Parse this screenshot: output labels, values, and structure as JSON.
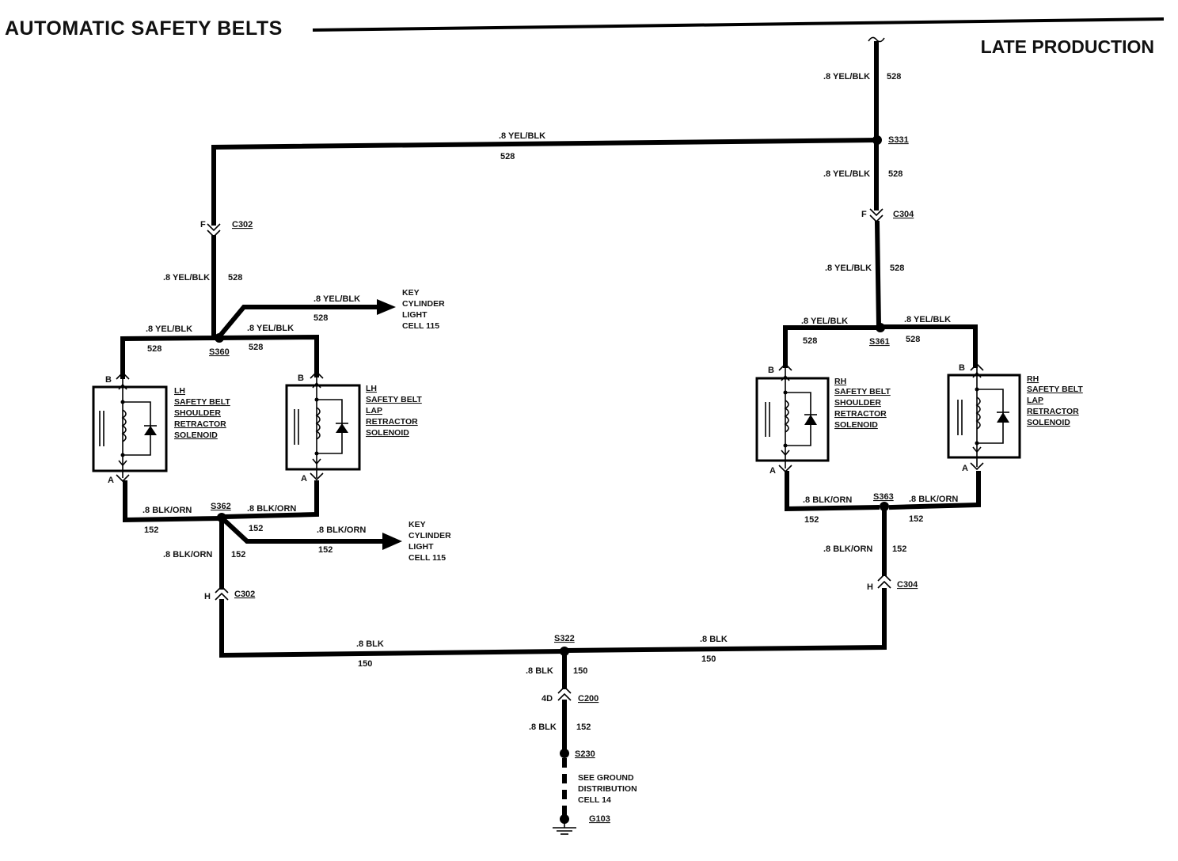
{
  "header": {
    "title": "AUTOMATIC SAFETY BELTS",
    "subtitle": "LATE PRODUCTION"
  },
  "wires": {
    "yel_blk": ".8 YEL/BLK",
    "blk_orn": ".8 BLK/ORN",
    "blk": ".8 BLK",
    "c528": "528",
    "c152": "152",
    "c150": "150"
  },
  "splices": {
    "s331": "S331",
    "s360": "S360",
    "s361": "S361",
    "s362": "S362",
    "s363": "S363",
    "s322": "S322",
    "s230": "S230"
  },
  "connectors": {
    "c302": "C302",
    "c304": "C304",
    "c200": "C200",
    "pin_f": "F",
    "pin_h": "H",
    "pin_4d": "4D",
    "pin_a": "A",
    "pin_b": "B"
  },
  "ground": {
    "id": "G103",
    "note": [
      "SEE GROUND",
      "DISTRIBUTION",
      "CELL 14"
    ]
  },
  "destinations": {
    "key_upper": [
      "KEY",
      "CYLINDER",
      "LIGHT",
      "CELL 115"
    ],
    "key_lower": [
      "KEY",
      "CYLINDER",
      "LIGHT",
      "CELL 115"
    ]
  },
  "components": {
    "lh_shoulder": [
      "LH",
      "SAFETY BELT",
      "SHOULDER",
      "RETRACTOR",
      "SOLENOID"
    ],
    "lh_lap": [
      "LH",
      "SAFETY BELT",
      "LAP",
      "RETRACTOR",
      "SOLENOID"
    ],
    "rh_shoulder": [
      "RH",
      "SAFETY BELT",
      "SHOULDER",
      "RETRACTOR",
      "SOLENOID"
    ],
    "rh_lap": [
      "RH",
      "SAFETY BELT",
      "LAP",
      "RETRACTOR",
      "SOLENOID"
    ]
  }
}
